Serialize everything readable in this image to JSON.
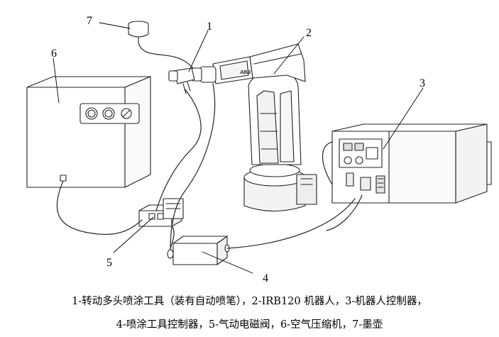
{
  "callouts": [
    "1",
    "2",
    "3",
    "4",
    "5",
    "6",
    "7"
  ],
  "robot_logo": "ABB",
  "caption": {
    "line1": "1-转动多头喷涂工具（装有自动喷笔），2-IRB120 机器人，3-机器人控制器，",
    "line2": "4-喷涂工具控制器，5-气动电磁阀，6-空气压缩机，7-墨壶"
  }
}
